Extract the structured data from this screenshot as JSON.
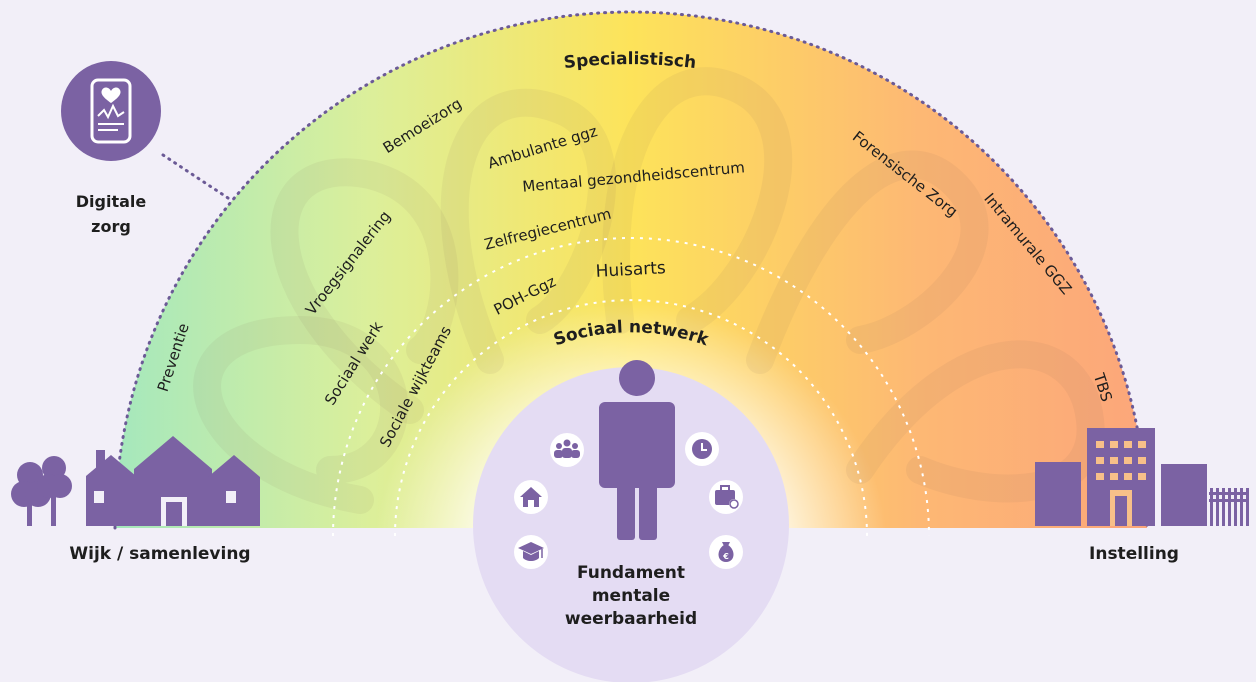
{
  "title": "Specialistisch",
  "inner_title": "Sociaal netwerk",
  "left_label": "Wijk / samenleving",
  "right_label": "Instelling",
  "digital": {
    "line1": "Digitale",
    "line2": "zorg"
  },
  "foundation": {
    "line1": "Fundament",
    "line2": "mentale",
    "line3": "weerbaarheid"
  },
  "services": {
    "preventie": "Preventie",
    "vroegsignalering": "Vroegsignalering",
    "bemoeizorg": "Bemoeizorg",
    "ambulante": "Ambulante ggz",
    "mentaal": "Mentaal gezondheidscentrum",
    "zelfregie": "Zelfregiecentrum",
    "huisarts": "Huisarts",
    "poh": "POH-Ggz",
    "sociaal_werk": "Sociaal werk",
    "wijkteams": "Sociale wijkteams",
    "forensisch": "Forensische Zorg",
    "intramuraal": "Intramurale GGZ",
    "tbs": "TBS"
  },
  "colors": {
    "purple": "#7b62a3",
    "green": "#b4e9c0",
    "yellow": "#fbe04a",
    "orange": "#fbaa6a",
    "foundation_circle": "#e4dcf3"
  }
}
